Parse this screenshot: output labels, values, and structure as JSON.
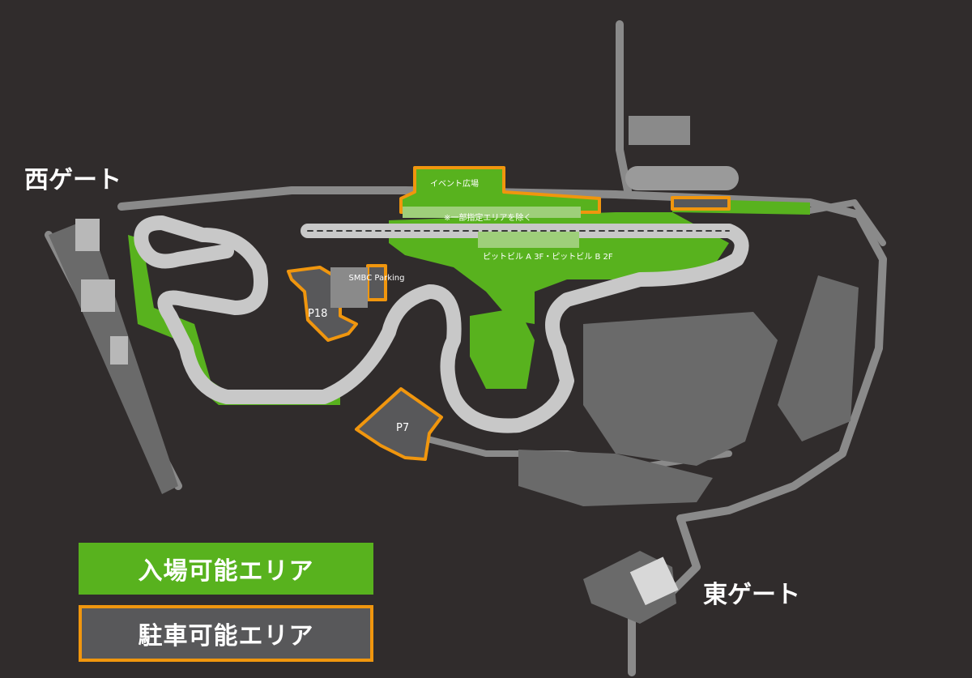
{
  "colors": {
    "background": "#302c2c",
    "entry_area": "#58b21e",
    "parking_area": "#58585a",
    "parking_border": "#f0960e",
    "track": "#c8c8c8",
    "road": "#8a8a8a"
  },
  "gates": {
    "west": "西ゲート",
    "east": "東ゲート"
  },
  "areas": {
    "event_plaza": "イベント広場",
    "excluded_note": "※一部指定エリアを除く",
    "pit_building": "ピットビル A 3F・ピットビル B 2F",
    "smbc_parking": "SMBC Parking",
    "p18": "P18",
    "p7": "P7"
  },
  "legend": {
    "entry": "入場可能エリア",
    "parking": "駐車可能エリア"
  }
}
